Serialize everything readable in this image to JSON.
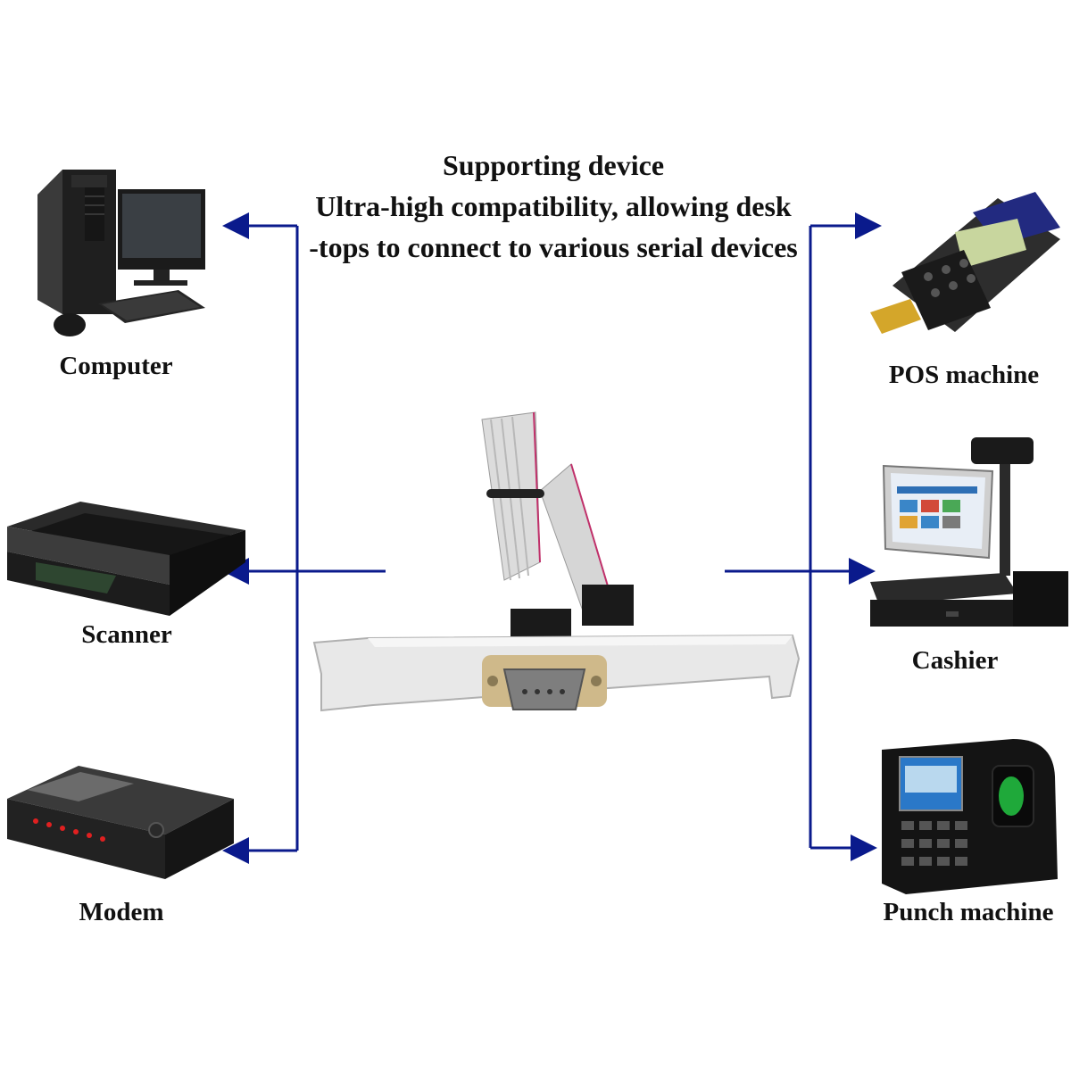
{
  "headline": {
    "line1": "Supporting device",
    "line2": "Ultra-high compatibility, allowing desk",
    "line3": "-tops to connect to various serial devices"
  },
  "devices": {
    "left": [
      {
        "label": "Computer",
        "icon": "desktop-computer-icon"
      },
      {
        "label": "Scanner",
        "icon": "flatbed-scanner-icon"
      },
      {
        "label": "Modem",
        "icon": "modem-icon"
      }
    ],
    "right": [
      {
        "label": "POS machine",
        "icon": "pos-terminal-icon"
      },
      {
        "label": "Cashier",
        "icon": "cash-register-icon"
      },
      {
        "label": "Punch machine",
        "icon": "fingerprint-time-clock-icon"
      }
    ]
  },
  "center_product": {
    "icon": "serial-port-bracket-cable-icon"
  },
  "colors": {
    "connector_line": "#0a1a8c",
    "text": "#111111"
  }
}
